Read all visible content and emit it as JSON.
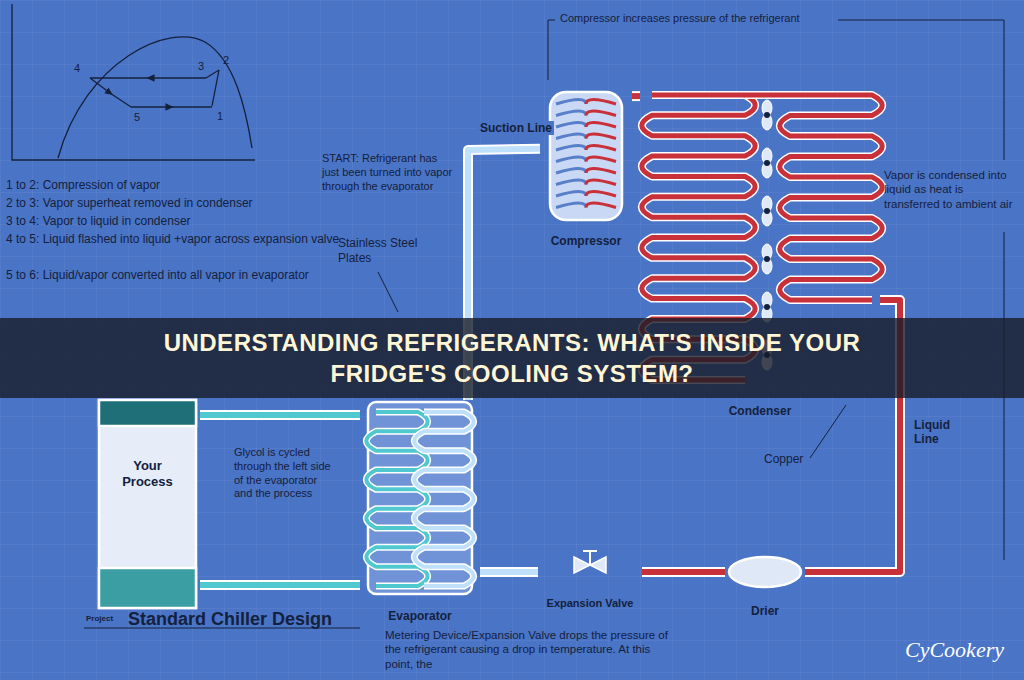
{
  "diagram": {
    "title": "UNDERSTANDING REFRIGERANTS: WHAT'S INSIDE YOUR FRIDGE'S COOLING SYSTEM?",
    "nodes": [
      {
        "text": [
          "Compressor"
        ]
      },
      {
        "text": [
          "Condenser"
        ]
      },
      {
        "text": [
          "Your Process"
        ]
      },
      {
        "text": [
          "Evaporator"
        ]
      },
      {
        "text": [
          "Expansion Valve"
        ]
      },
      {
        "text": [
          "Drier"
        ]
      }
    ],
    "edges": [
      {
        "from": 0,
        "to": 1,
        "arrow": "none"
      },
      {
        "from": 1,
        "to": 5,
        "label": "Liquid Line",
        "arrow": "none"
      },
      {
        "from": 5,
        "to": 4,
        "arrow": "none"
      },
      {
        "from": 4,
        "to": 3,
        "arrow": "none"
      },
      {
        "from": 3,
        "to": 0,
        "label": "Suction Line",
        "arrow": "none"
      },
      {
        "from": 2,
        "to": 3,
        "arrow": "none"
      },
      {
        "from": 3,
        "to": 2,
        "arrow": "none"
      }
    ],
    "labels": [
      "4",
      "3",
      "2",
      "5",
      "1",
      "1 to 2: Compression of vapor",
      "2 to 3: Vapor superheat removed in condenser",
      "3 to 4: Vapor to liquid in condenser",
      "4 to 5: Liquid flashed into liquid +vapor across expansion valve",
      "5 to 6: Liquid/vapor converted into all vapor in evaporator",
      "Compressor increases pressure of the refrigerant",
      "START: Refrigerant has just been turned into vapor through the evaporator",
      "Vapor is condensed into liquid as heat is transferred to ambient air",
      "Stainless Steel Plates",
      "Glycol is cycled through the left side of the evaporator and the process",
      "Copper",
      "Metering Device/Expansion Valve drops the pressure of the refrigerant causing a drop in temperature. At this point, the",
      "Project",
      "Standard Chiller Design",
      "CyCookery"
    ]
  }
}
